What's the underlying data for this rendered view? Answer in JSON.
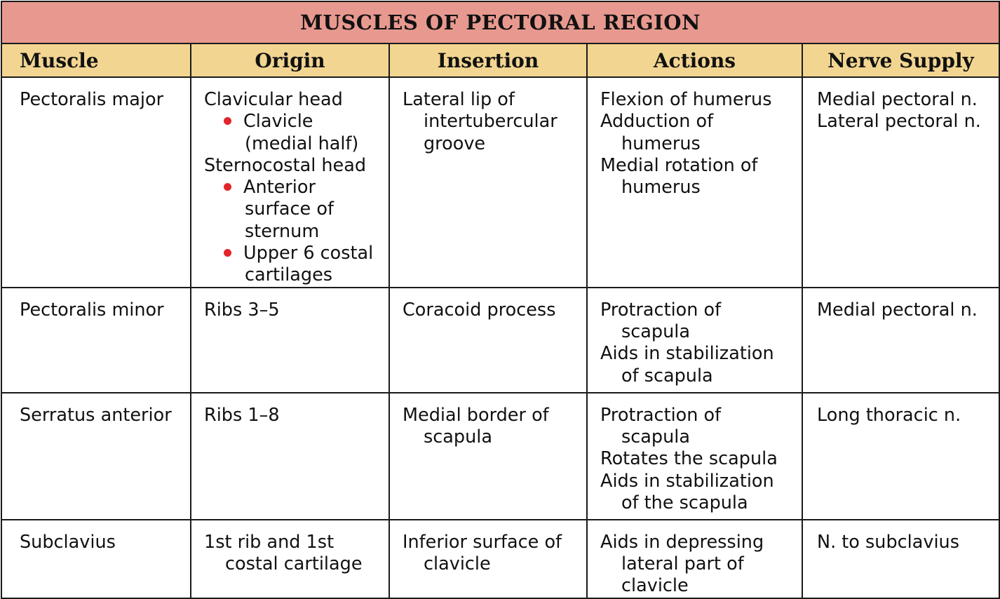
{
  "title": "MUSCLES OF PECTORAL REGION",
  "colors": {
    "title_bg": "#e8998f",
    "header_bg": "#f2d591",
    "bullet": "#e3242b",
    "border": "#1a1a1a"
  },
  "columns": [
    "Muscle",
    "Origin",
    "Insertion",
    "Actions",
    "Nerve Supply"
  ],
  "rows": [
    {
      "muscle": "Pectoralis major",
      "origin": [
        {
          "t": "Clavicular head",
          "b": false
        },
        {
          "t": "Clavicle (medial half)",
          "b": true
        },
        {
          "t": "Sternocostal head",
          "b": false
        },
        {
          "t": "Anterior surface of sternum",
          "b": true
        },
        {
          "t": "Upper 6 costal cartilages",
          "b": true
        }
      ],
      "insertion": [
        "Lateral lip of intertubercular groove"
      ],
      "actions": [
        "Flexion of humerus",
        "Adduction of humerus",
        "Medial rotation of humerus"
      ],
      "nerve": [
        "Medial pectoral n.",
        "Lateral pectoral n."
      ]
    },
    {
      "muscle": "Pectoralis minor",
      "origin": [
        {
          "t": "Ribs 3–5",
          "b": false
        }
      ],
      "insertion": [
        "Coracoid process"
      ],
      "actions": [
        "Protraction of scapula",
        "Aids in stabilization of scapula"
      ],
      "nerve": [
        "Medial pectoral n."
      ]
    },
    {
      "muscle": "Serratus anterior",
      "origin": [
        {
          "t": "Ribs 1–8",
          "b": false
        }
      ],
      "insertion": [
        "Medial border of scapula"
      ],
      "actions": [
        "Protraction of scapula",
        "Rotates the scapula",
        "Aids in stabilization of the scapula"
      ],
      "nerve": [
        "Long thoracic n."
      ]
    },
    {
      "muscle": "Subclavius",
      "origin": [
        {
          "t": "1st rib and 1st costal cartilage",
          "b": false
        }
      ],
      "insertion": [
        "Inferior surface of clavicle"
      ],
      "actions": [
        "Aids in depressing lateral part of clavicle"
      ],
      "nerve": [
        "N. to subclavius"
      ]
    }
  ]
}
